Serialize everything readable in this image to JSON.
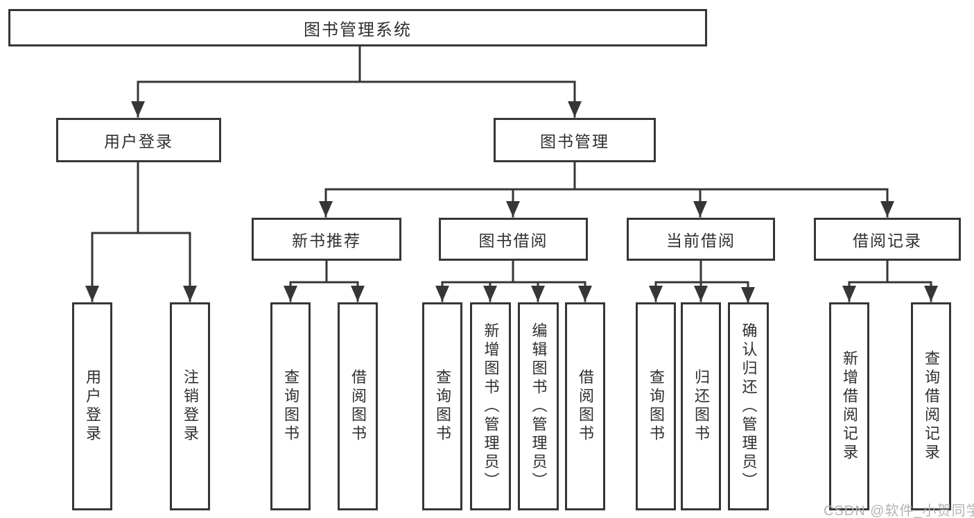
{
  "colors": {
    "line": "#363636",
    "node_border": "#363636",
    "node_fill": "#ffffff",
    "text": "#2f2f2f",
    "watermark": "#b3b3b3",
    "background": "#ffffff"
  },
  "diagram": {
    "title_node": {
      "label": "图书管理系统"
    },
    "branches": [
      {
        "label": "用户登录"
      },
      {
        "label": "图书管理"
      }
    ],
    "modules": [
      {
        "label": "新书推荐"
      },
      {
        "label": "图书借阅"
      },
      {
        "label": "当前借阅"
      },
      {
        "label": "借阅记录"
      }
    ],
    "leaves": [
      {
        "label": "用户登录",
        "parent": "用户登录"
      },
      {
        "label": "注销登录",
        "parent": "用户登录"
      },
      {
        "label": "查询图书",
        "parent": "新书推荐"
      },
      {
        "label": "借阅图书",
        "parent": "新书推荐"
      },
      {
        "label": "查询图书",
        "parent": "图书借阅"
      },
      {
        "label": "新增图书（管理员）",
        "parent": "图书借阅"
      },
      {
        "label": "编辑图书（管理员）",
        "parent": "图书借阅"
      },
      {
        "label": "借阅图书",
        "parent": "图书借阅"
      },
      {
        "label": "查询图书",
        "parent": "当前借阅"
      },
      {
        "label": "归还图书",
        "parent": "当前借阅"
      },
      {
        "label": "确认归还（管理员）",
        "parent": "当前借阅"
      },
      {
        "label": "新增借阅记录",
        "parent": "借阅记录"
      },
      {
        "label": "查询借阅记录",
        "parent": "借阅记录"
      }
    ]
  },
  "watermark": {
    "text": "CSDN @软件_小贺同学"
  }
}
